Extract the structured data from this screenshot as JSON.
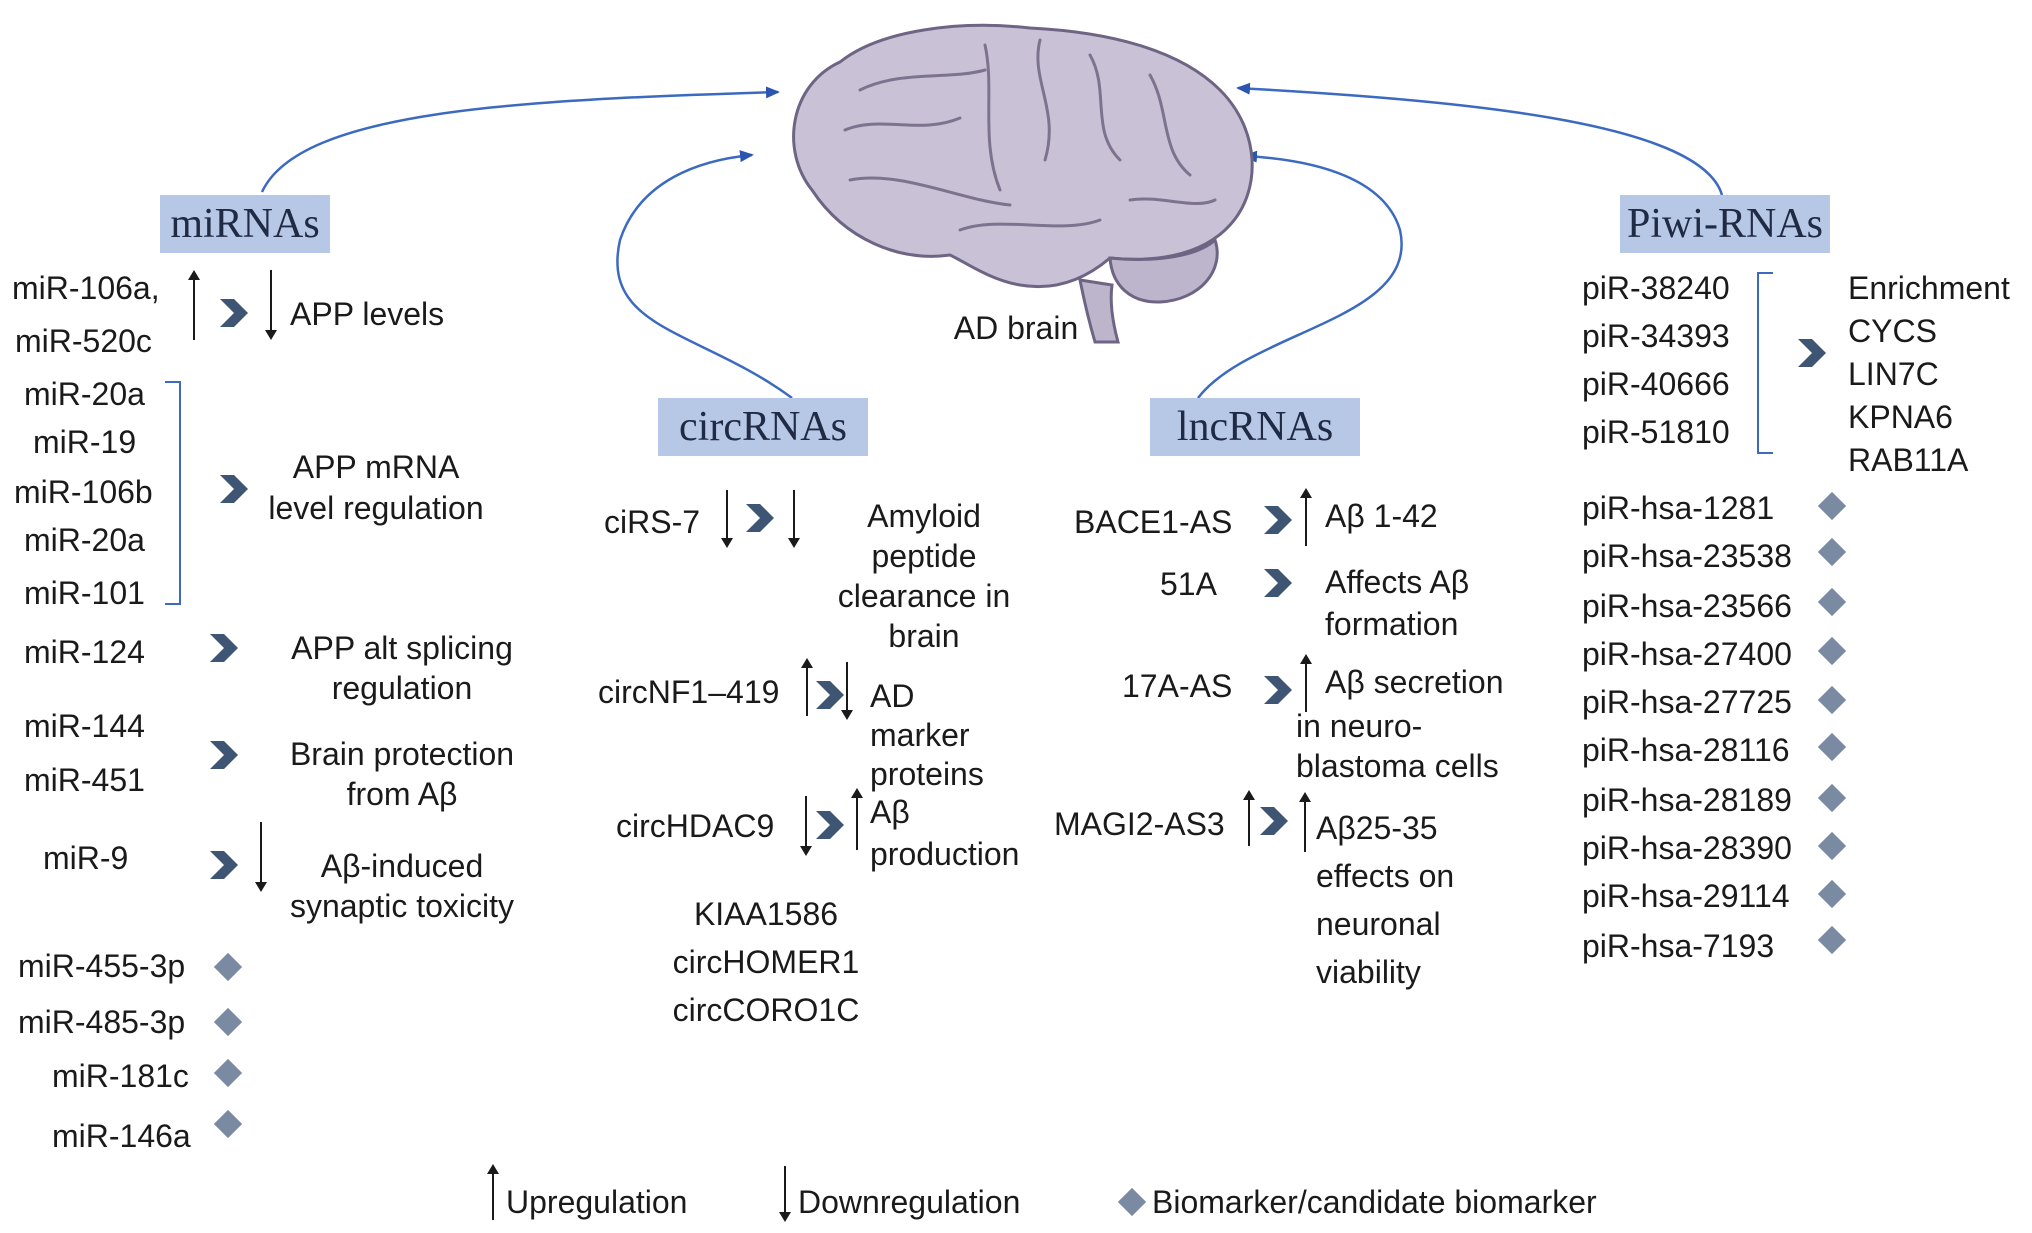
{
  "center": {
    "label": "AD brain"
  },
  "headers": {
    "mirna": "miRNAs",
    "circrna": "circRNAs",
    "lncrna": "lncRNAs",
    "pirna": "Piwi-RNAs"
  },
  "mirna": {
    "g1": [
      "miR-106a,",
      "miR-520c"
    ],
    "g1_effect": "APP levels",
    "g2": [
      "miR-20a",
      "miR-19",
      "miR-106b",
      "miR-20a",
      "miR-101"
    ],
    "g2_effect": [
      "APP mRNA",
      "level regulation"
    ],
    "g3": "miR-124",
    "g3_effect": [
      "APP alt splicing",
      "regulation"
    ],
    "g4": [
      "miR-144",
      "miR-451"
    ],
    "g4_effect": [
      "Brain protection",
      "from Aβ"
    ],
    "g5": "miR-9",
    "g5_effect": [
      "Aβ-induced",
      "synaptic toxicity"
    ],
    "biomarkers": [
      "miR-455-3p",
      "miR-485-3p",
      "miR-181c",
      "miR-146a"
    ]
  },
  "circrna": {
    "r1": "ciRS-7",
    "r1_effect": [
      "Amyloid",
      "peptide",
      "clearance in",
      "brain"
    ],
    "r2": "circNF1–419",
    "r2_effect": [
      "AD",
      "marker",
      "proteins"
    ],
    "r3": "circHDAC9",
    "r3_effect": [
      "Aβ",
      "production"
    ],
    "others": [
      "KIAA1586",
      "circHOMER1",
      "circCORO1C"
    ]
  },
  "lncrna": {
    "r1": "BACE1-AS",
    "r1_effect": "Aβ 1-42",
    "r2": "51A",
    "r2_effect": [
      "Affects Aβ",
      "formation"
    ],
    "r3": "17A-AS",
    "r3_effect": [
      "Aβ secretion",
      "in neuro-",
      "blastoma cells"
    ],
    "r4": "MAGI2-AS3",
    "r4_effect": [
      "Aβ25-35",
      "effects on",
      "neuronal",
      "viability"
    ]
  },
  "pirna": {
    "group": [
      "piR-38240",
      "piR-34393",
      "piR-40666",
      "piR-51810"
    ],
    "group_effect": [
      "Enrichment",
      "CYCS",
      "LIN7C",
      "KPNA6",
      "RAB11A"
    ],
    "biomarkers": [
      "piR-hsa-1281",
      "piR-hsa-23538",
      "piR-hsa-23566",
      "piR-hsa-27400",
      "piR-hsa-27725",
      "piR-hsa-28116",
      "piR-hsa-28189",
      "piR-hsa-28390",
      "piR-hsa-29114",
      "piR-hsa-7193"
    ]
  },
  "legend": {
    "up": "Upregulation",
    "down": "Downregulation",
    "biomarker": "Biomarker/candidate biomarker"
  },
  "colors": {
    "header_fill": "#b7c7e6",
    "edge": "#3b6ac0",
    "chevron": "#3e5573",
    "diamond": "#7a8aa3",
    "brain": "#c9c2d6"
  }
}
